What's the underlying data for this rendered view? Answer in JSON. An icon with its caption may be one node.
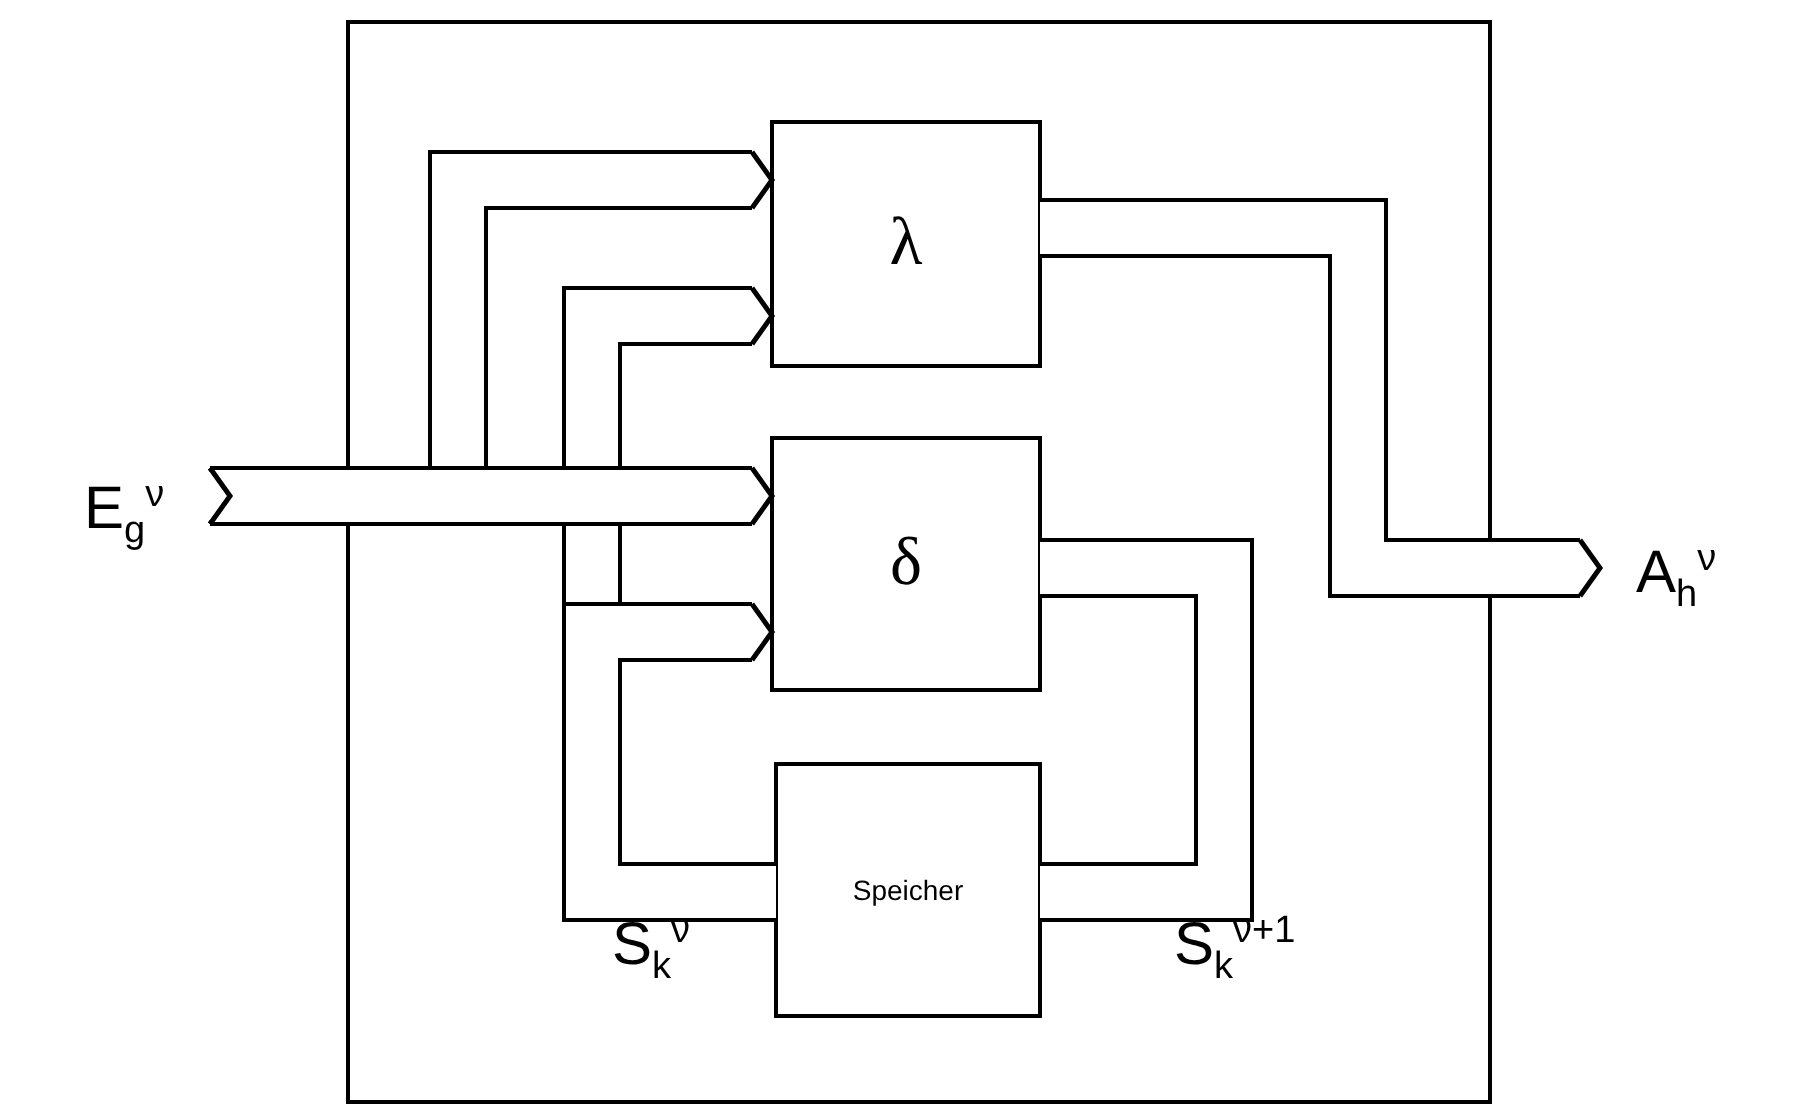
{
  "diagram": {
    "nodes": [
      {
        "text": [],
        "shape": "box"
      },
      {
        "text": [
          "λ"
        ],
        "in": 0
      },
      {
        "text": [
          "δ"
        ],
        "in": 0
      },
      {
        "text": [
          "Speicher"
        ],
        "in": 0
      }
    ],
    "edges": [
      {
        "from": 3,
        "to": 1,
        "arrow": "to"
      },
      {
        "from": 3,
        "to": 2,
        "arrow": "to"
      },
      {
        "from": 2,
        "to": 3,
        "arrow": "none"
      },
      {
        "from": 1,
        "to": null,
        "arrow": "to"
      },
      {
        "from": null,
        "to": 1,
        "arrow": "to"
      },
      {
        "from": null,
        "to": 2,
        "arrow": "to"
      }
    ],
    "labels": [
      "E$_{g}$$^{ν}$",
      "A$_{h}$$^{ν}$",
      "S$_{k}$$^{ν}$",
      "S$_{k}$$^{ν+1}$"
    ]
  }
}
